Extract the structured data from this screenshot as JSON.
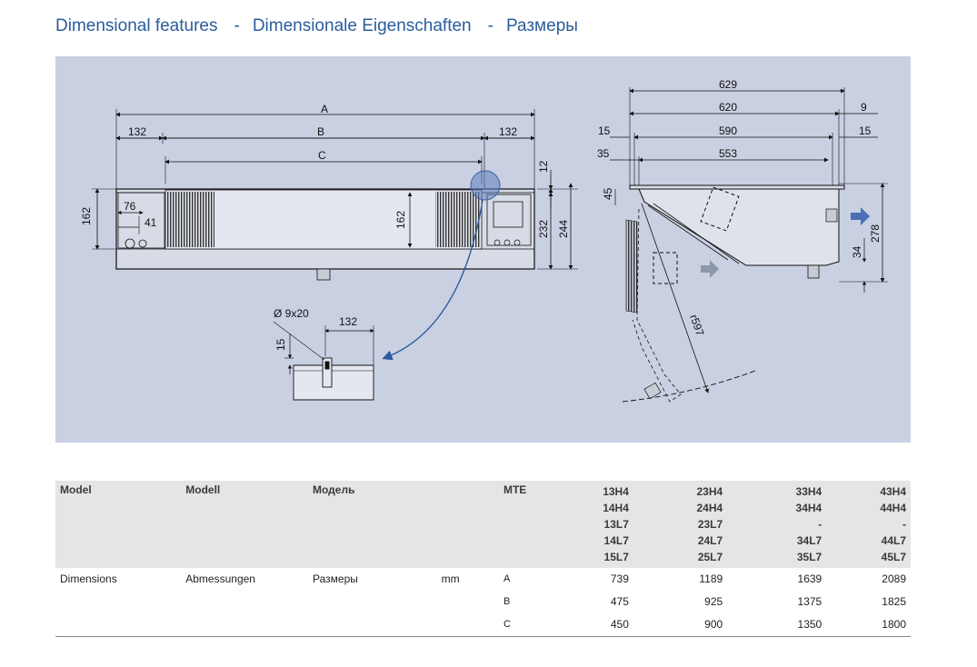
{
  "title": {
    "en": "Dimensional features",
    "sep1": "-",
    "de": "Dimensionale Eigenschaften",
    "sep2": "-",
    "ru": "Размеры"
  },
  "drawing": {
    "front": {
      "A": "A",
      "B": "B",
      "C": "C",
      "side_left": "132",
      "side_right": "132",
      "d12": "12",
      "d162_left": "162",
      "d162_mid": "162",
      "d232": "232",
      "d244": "244",
      "d76": "76",
      "d41": "41"
    },
    "detail": {
      "hole": "Ø 9x20",
      "d132": "132",
      "d15": "15"
    },
    "side": {
      "d629": "629",
      "d620": "620",
      "d9": "9",
      "d15a": "15",
      "d590": "590",
      "d15b": "15",
      "d35": "35",
      "d553": "553",
      "d45": "45",
      "d278": "278",
      "d34": "34",
      "r597": "r597"
    }
  },
  "table": {
    "headers": [
      "Model",
      "Modell",
      "Модель",
      "",
      "MTE"
    ],
    "models": [
      [
        "13H4",
        "14H4",
        "13L7",
        "14L7",
        "15L7"
      ],
      [
        "23H4",
        "24H4",
        "23L7",
        "24L7",
        "25L7"
      ],
      [
        "33H4",
        "34H4",
        "-",
        "34L7",
        "35L7"
      ],
      [
        "43H4",
        "44H4",
        "-",
        "44L7",
        "45L7"
      ]
    ],
    "dimensions": {
      "en": "Dimensions",
      "de": "Abmessungen",
      "ru": "Размеры",
      "unit": "mm",
      "rows": [
        {
          "label": "A",
          "values": [
            "739",
            "1189",
            "1639",
            "2089"
          ]
        },
        {
          "label": "B",
          "values": [
            "475",
            "925",
            "1375",
            "1825"
          ]
        },
        {
          "label": "C",
          "values": [
            "450",
            "900",
            "1350",
            "1800"
          ]
        }
      ]
    }
  }
}
